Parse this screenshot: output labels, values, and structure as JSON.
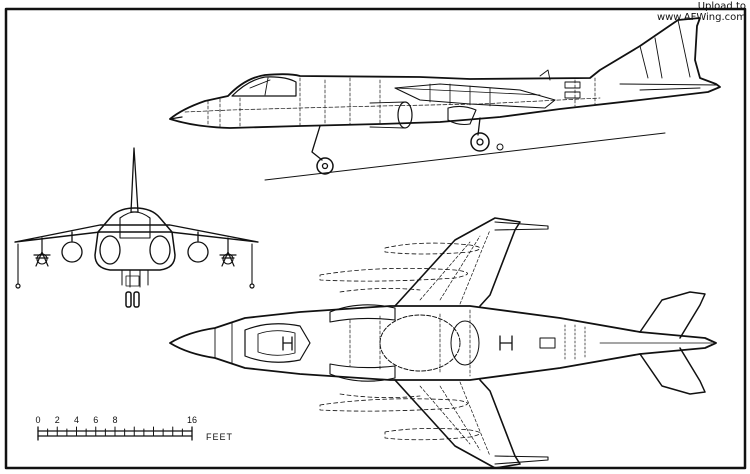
{
  "watermark": {
    "line1": "Upload to",
    "line2": "www.AFWing.com"
  },
  "scale_bar": {
    "ticks": [
      "0",
      "2",
      "4",
      "6",
      "8",
      "16"
    ],
    "unit": "FEET"
  },
  "colors": {
    "ink": "#111111",
    "paper": "#ffffff"
  }
}
